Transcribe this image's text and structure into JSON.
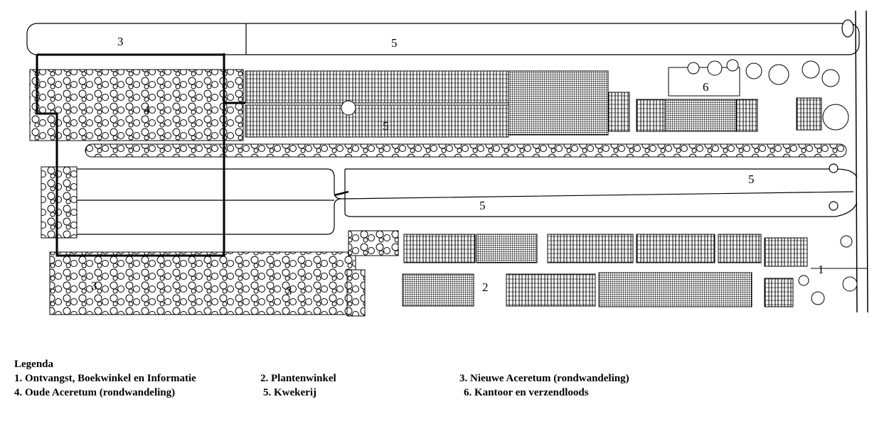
{
  "map_labels": {
    "zone_3_top": "3",
    "zone_5_top": "5",
    "zone_6": "6",
    "zone_5_nursery": "5",
    "zone_5_strip_upper": "5",
    "zone_5_strip_lower": "5",
    "zone_4": "4",
    "zone_3_bottom_left": "3",
    "zone_3_bottom_mid": "3",
    "zone_2": "2",
    "zone_1": "1"
  },
  "legend": {
    "title": "Legenda",
    "items": [
      "1. Ontvangst, Boekwinkel en Informatie",
      "2. Plantenwinkel",
      "3. Nieuwe Aceretum (rondwandeling)",
      "4. Oude Aceretum (rondwandeling)",
      "5. Kwekerij",
      "6.  Kantoor en verzendloods"
    ]
  }
}
